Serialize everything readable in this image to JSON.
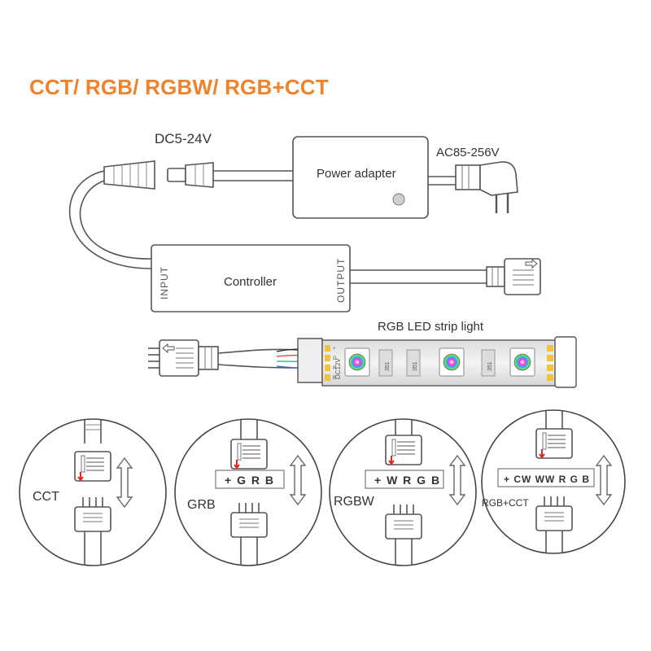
{
  "title": "CCT/ RGB/ RGBW/ RGB+CCT",
  "dc_label": "DC5-24V",
  "ac_label": "AC85-256V",
  "power_adapter_label": "Power adapter",
  "controller": {
    "label": "Controller",
    "input_label": "INPUT",
    "output_label": "OUTPUT"
  },
  "strip": {
    "label": "RGB LED strip light",
    "voltage_label": "DC12V",
    "pin_labels": [
      "+",
      "G",
      "R",
      "B"
    ],
    "resistor_label": "351"
  },
  "circles": [
    {
      "label": "CCT",
      "pin_label": ""
    },
    {
      "label": "GRB",
      "pin_label": "+ G R B"
    },
    {
      "label": "RGBW",
      "pin_label": "+ W R G B"
    },
    {
      "label": "RGB+CCT",
      "pin_label": "+ CW WW R G B"
    }
  ],
  "colors": {
    "title": "#f2822a",
    "line": "#555555",
    "arrow_red": "#e0261e"
  }
}
